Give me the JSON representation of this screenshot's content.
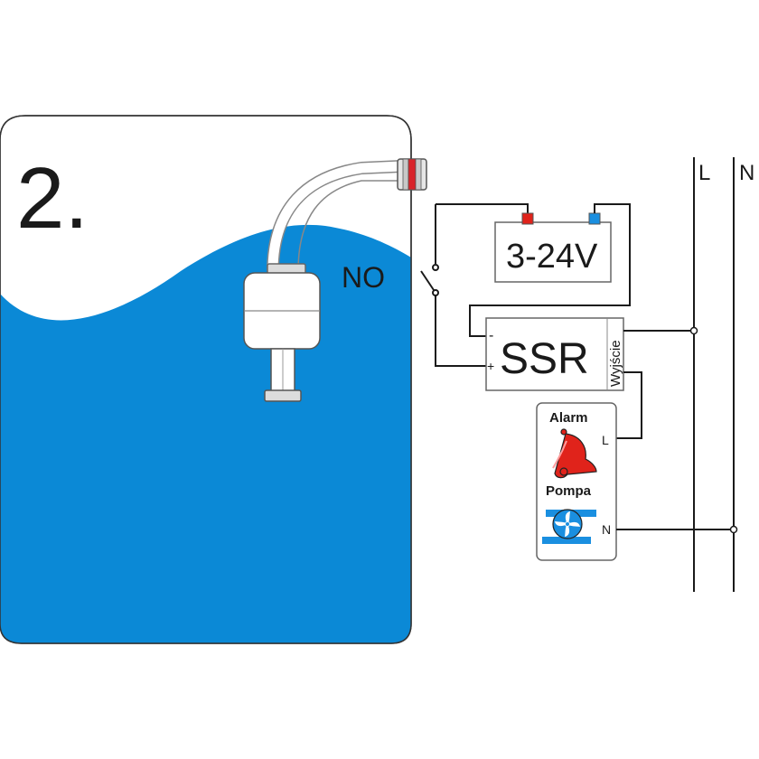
{
  "step_number": "2.",
  "switch_state": "NO",
  "power_supply": {
    "label": "3-24V"
  },
  "ssr": {
    "label": "SSR",
    "output_label": "Wyjście",
    "minus": "-",
    "plus": "+"
  },
  "load": {
    "alarm_label": "Alarm",
    "pump_label": "Pompa",
    "terminal_l": "L",
    "terminal_n": "N"
  },
  "mains": {
    "line": "L",
    "neutral": "N"
  },
  "icons": [
    "bell-icon",
    "pump-icon",
    "float-switch-icon"
  ],
  "colors": {
    "water": "#0b89d6",
    "positive_terminal": "#e0231b",
    "negative_terminal": "#1a8fe0",
    "bell": "#e0231b",
    "pump": "#1a8fe0"
  }
}
